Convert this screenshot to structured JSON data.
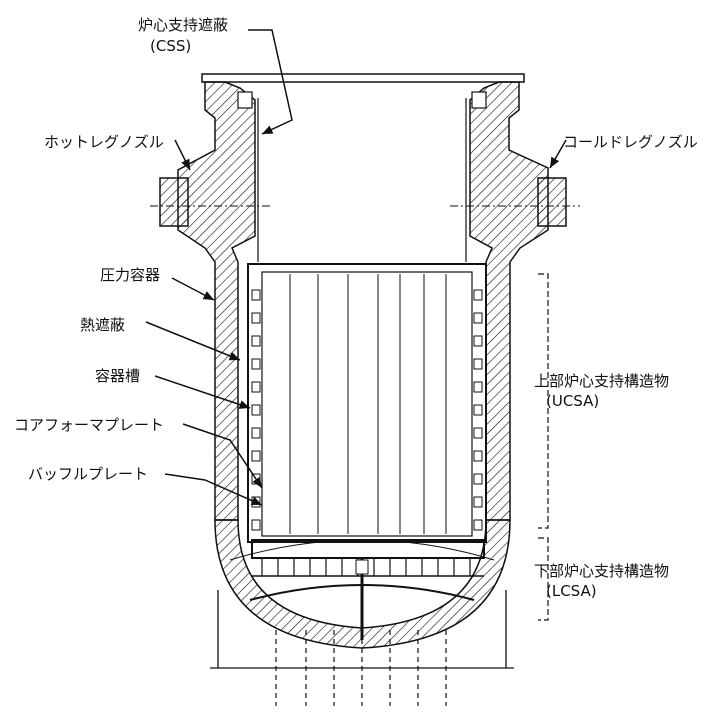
{
  "diagram": {
    "labels": {
      "css": "炉心支持遮蔽",
      "css_abbr": "(CSS)",
      "hot_leg": "ホットレグノズル",
      "cold_leg": "コールドレグノズル",
      "pressure_vessel": "圧力容器",
      "thermal_shield": "熱遮蔽",
      "vessel_tank": "容器槽",
      "core_former_plate": "コアフォーマプレート",
      "baffle_plate": "バッフルプレート",
      "ucsa": "上部炉心支持構造物",
      "ucsa_abbr": "(UCSA)",
      "lcsa": "下部炉心支持構造物",
      "lcsa_abbr": "(LCSA)"
    },
    "colors": {
      "ink": "#111111",
      "background": "#ffffff"
    }
  }
}
